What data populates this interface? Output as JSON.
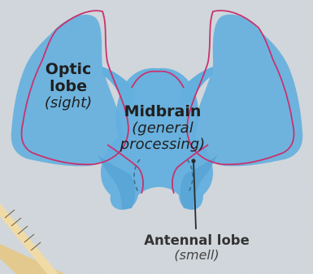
{
  "labels": {
    "optic": {
      "title_line1": "Optic",
      "title_line2": "lobe",
      "subtitle": "(sight)"
    },
    "midbrain": {
      "title": "Midbrain",
      "subtitle_line1": "(general",
      "subtitle_line2": "processing)"
    },
    "antennal": {
      "title": "Antennal lobe",
      "subtitle": "(smell)"
    }
  },
  "colors": {
    "background": "#d3d9de",
    "brain_fill": "#63afde",
    "outline_pink": "#c8326e",
    "ruler": "#e0c27c"
  }
}
